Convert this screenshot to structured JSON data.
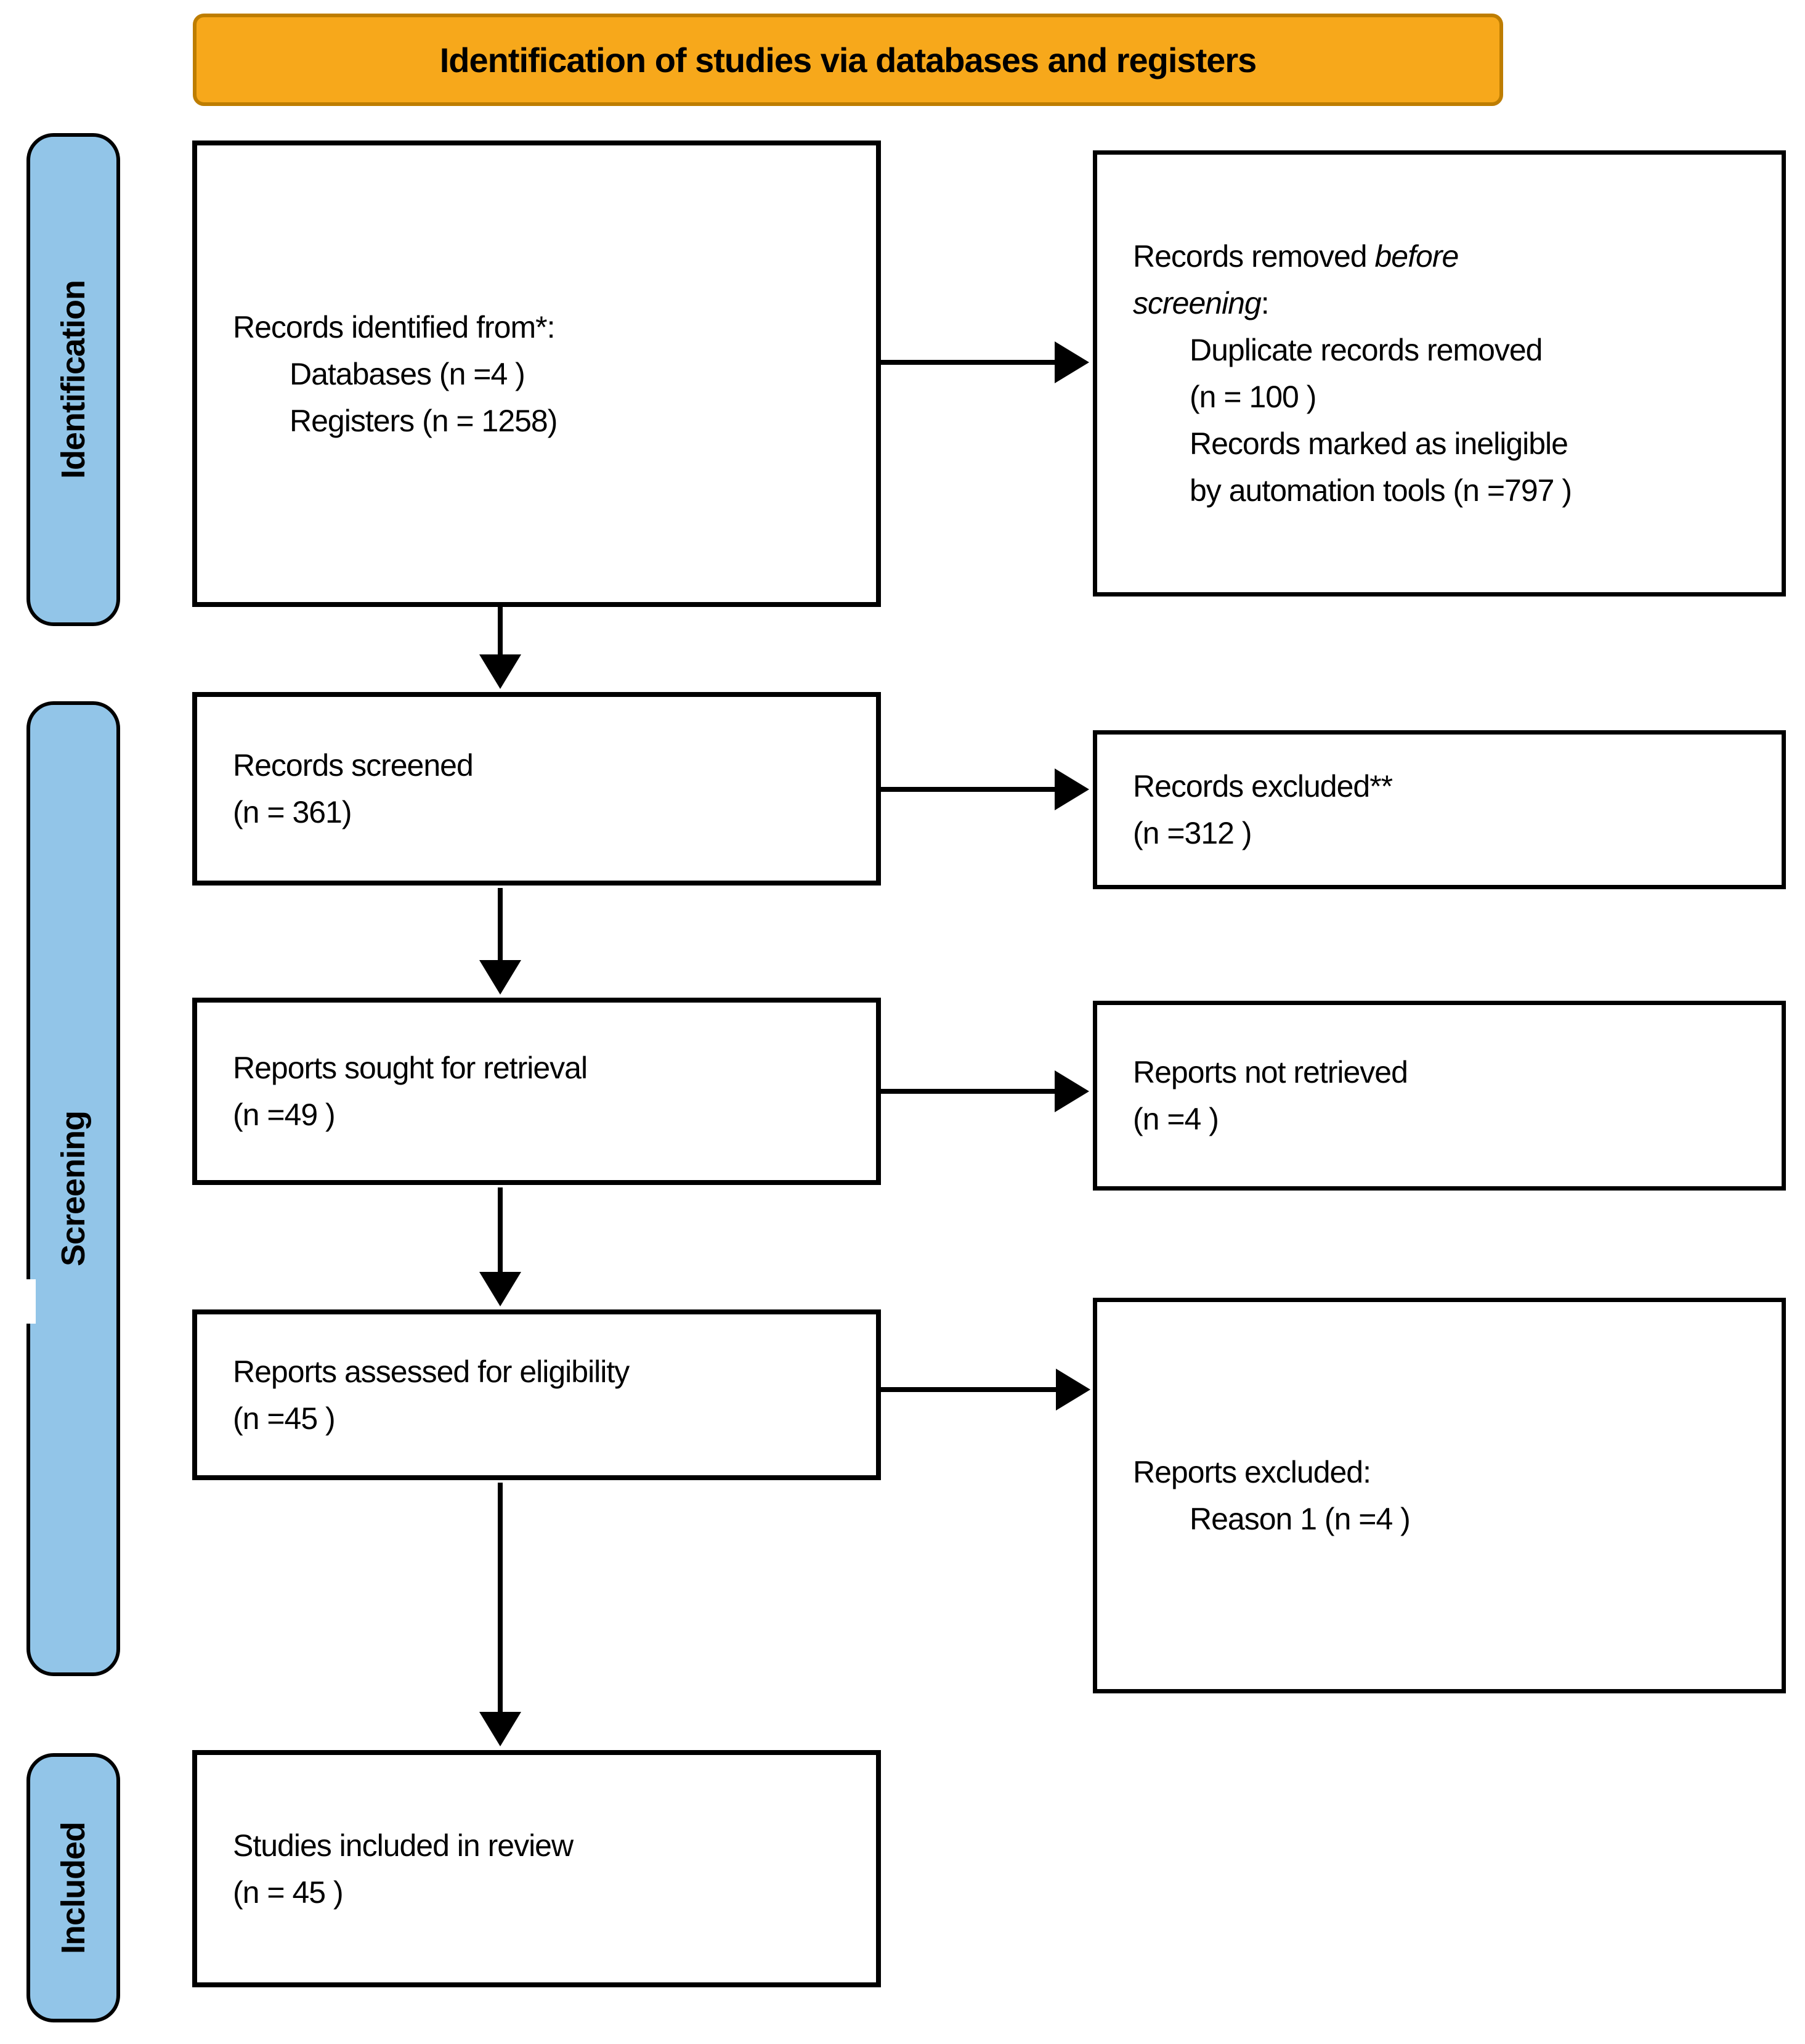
{
  "colors": {
    "banner_bg": "#F7A81B",
    "banner_border": "#BE7D00",
    "sidebar_bg": "#92C5E8",
    "box_border": "#000000"
  },
  "banner": {
    "label": "Identification of studies via databases and registers"
  },
  "sidebar": {
    "identification": "Identification",
    "screening": "Screening",
    "included": "Included"
  },
  "flow": {
    "records_identified": {
      "title": "Records identified from*:",
      "items": [
        "Databases (n =4 )",
        "Registers (n = 1258)"
      ]
    },
    "records_removed": {
      "t1": "Records removed ",
      "t2": "before",
      "t3": "screening",
      "t4": ":",
      "items": [
        "Duplicate records removed",
        "(n = 100 )",
        "Records marked as ineligible",
        "by automation tools (n =797 )"
      ]
    },
    "records_screened": {
      "lines": [
        "Records screened",
        "(n = 361)"
      ]
    },
    "records_excluded": {
      "lines": [
        "Records excluded**",
        "(n =312 )"
      ]
    },
    "reports_sought": {
      "lines": [
        "Reports sought for retrieval",
        "(n =49 )"
      ]
    },
    "reports_not_retrieved": {
      "lines": [
        "Reports not retrieved",
        "(n =4 )"
      ]
    },
    "reports_assessed": {
      "lines": [
        "Reports assessed for eligibility",
        "(n =45 )"
      ]
    },
    "reports_excluded": {
      "title": "Reports excluded:",
      "items": [
        "Reason 1 (n =4 )"
      ]
    },
    "studies_included": {
      "lines": [
        "Studies included in review",
        "(n = 45 )"
      ]
    }
  }
}
